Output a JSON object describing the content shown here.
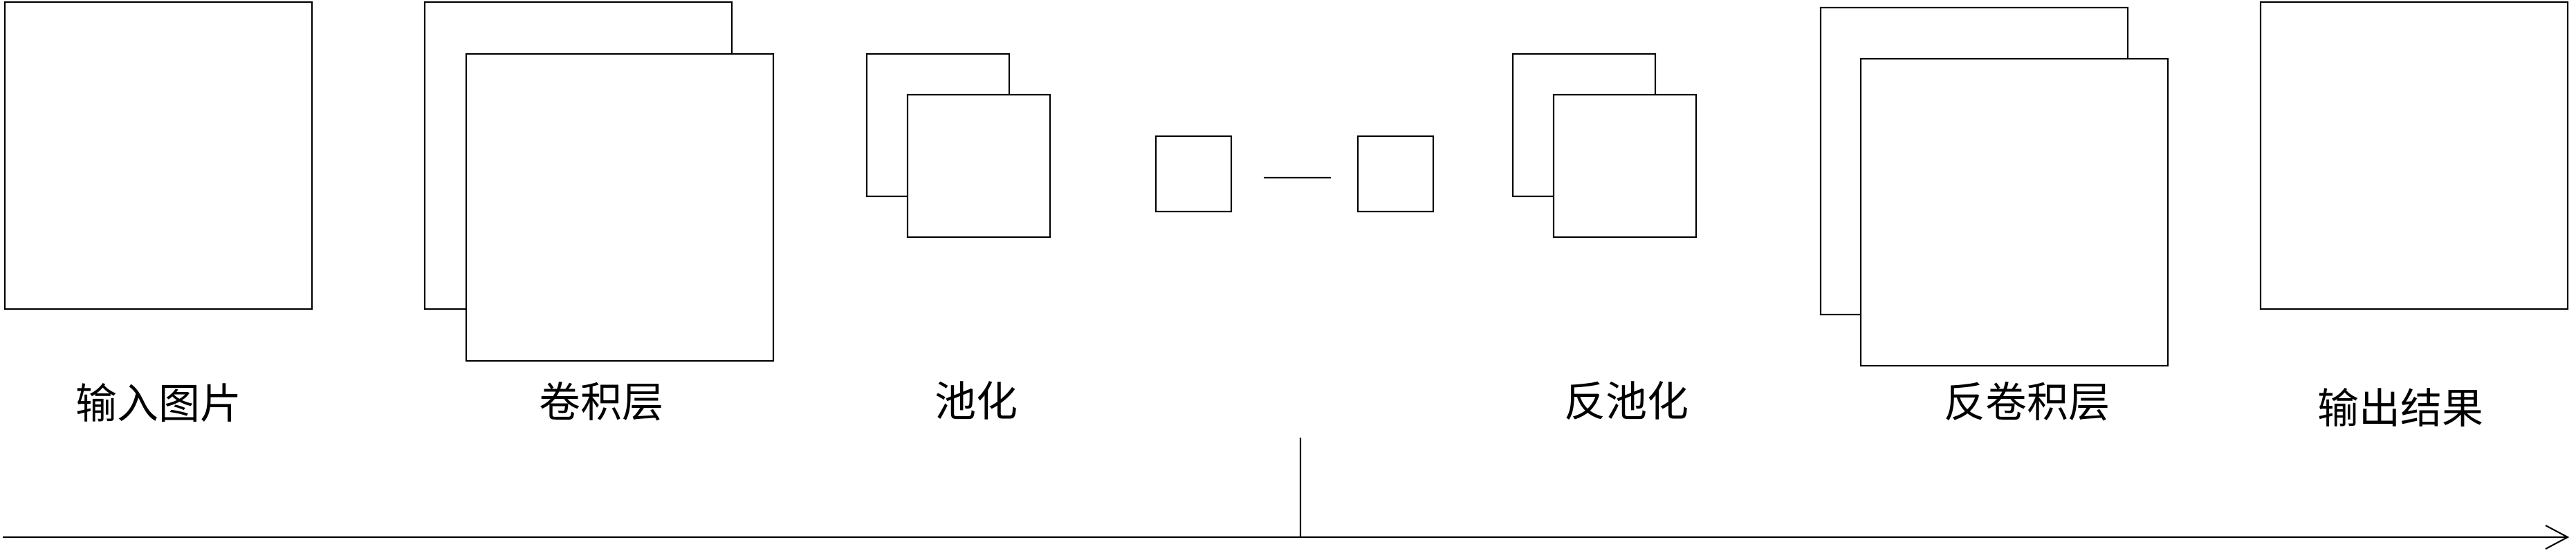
{
  "labels": {
    "input_image": "输入图片",
    "conv_layer": "卷积层",
    "pooling": "池化",
    "unpooling": "反池化",
    "deconv_layer": "反卷积层",
    "output_result": "输出结果"
  },
  "colors": {
    "stroke": "#000000",
    "fill": "#ffffff"
  }
}
